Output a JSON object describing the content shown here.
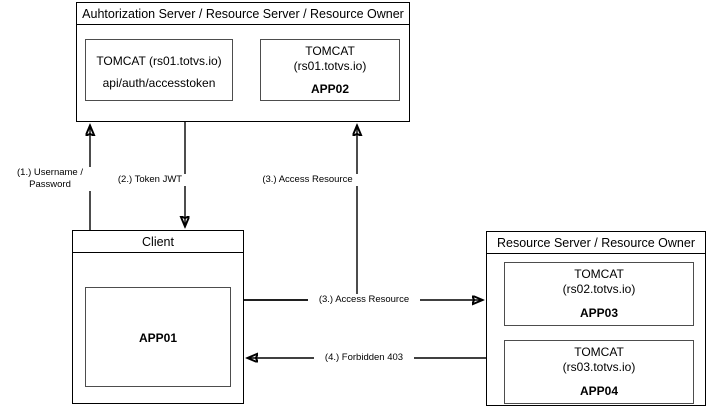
{
  "diagram": {
    "title_top": "Auhtorization Server / Resource Server / Resource Owner",
    "title_right": "Resource Server / Resource Owner",
    "client_title": "Client",
    "nodes": {
      "auth_tomcat": {
        "line1": "TOMCAT (rs01.totvs.io)",
        "line2": "api/auth/accesstoken"
      },
      "app02": {
        "line1": "TOMCAT",
        "line2": "(rs01.totvs.io)",
        "line3": "APP02"
      },
      "app01": {
        "label": "APP01"
      },
      "app03": {
        "line1": "TOMCAT",
        "line2": "(rs02.totvs.io)",
        "line3": "APP03"
      },
      "app04": {
        "line1": "TOMCAT",
        "line2": "(rs03.totvs.io)",
        "line3": "APP04"
      }
    },
    "edges": [
      {
        "id": "edge-1",
        "line1": "(1.) Username /",
        "line2": "Password"
      },
      {
        "id": "edge-2",
        "line1": "(2.) Token JWT"
      },
      {
        "id": "edge-3",
        "line1": "(3.) Access Resource"
      },
      {
        "id": "edge-4",
        "line1": "(3.) Access Resource"
      },
      {
        "id": "edge-5",
        "line1": "(4.) Forbidden 403"
      }
    ]
  },
  "colors": {
    "stroke": "#000000",
    "inner_stroke": "#4d4d4d",
    "background": "#ffffff"
  }
}
